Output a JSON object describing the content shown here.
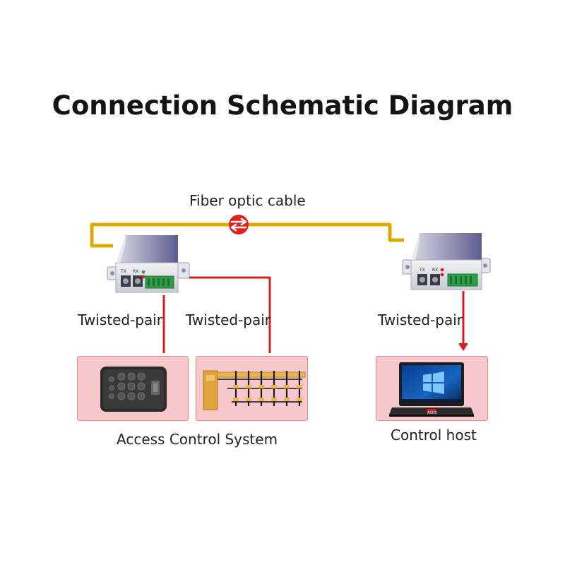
{
  "title": "Connection Schematic Diagram",
  "labels": {
    "fiber": "Fiber optic cable",
    "twisted_pair_1": "Twisted-pair",
    "twisted_pair_2": "Twisted-pair",
    "twisted_pair_3": "Twisted-pair",
    "access_control": "Access Control System",
    "control_host": "Control host"
  },
  "device_ports": {
    "left": [
      "TX",
      "RX"
    ],
    "right": [
      "TX",
      "RX"
    ]
  },
  "laptop_badge": "ASUS",
  "colors": {
    "fiber_line": "#d4a017",
    "signal_line": "#d22020",
    "panel_fill": "#f6c8cc",
    "panel_border": "#e2868d",
    "terminal_green": "#2e9e4a"
  }
}
